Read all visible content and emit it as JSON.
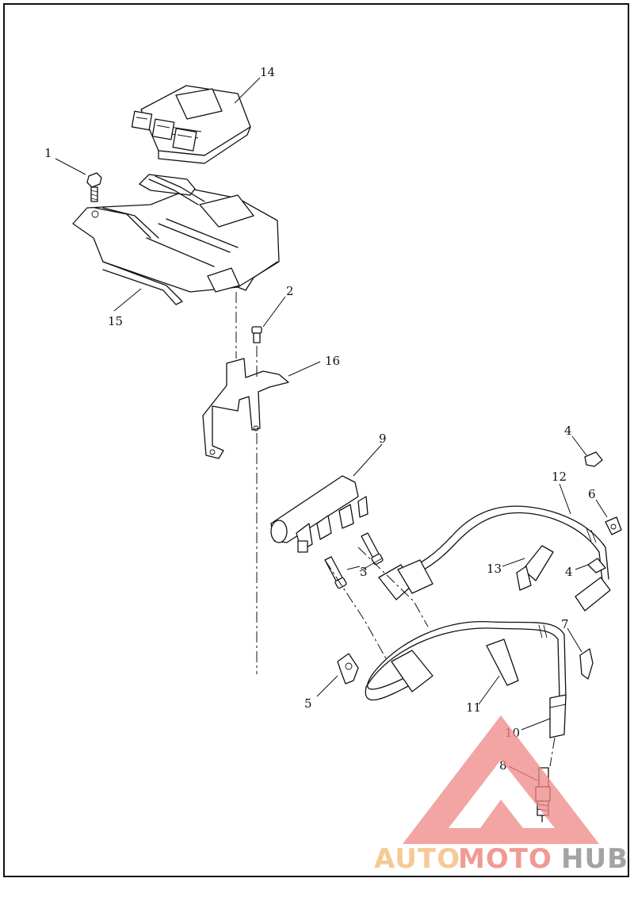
{
  "diagram": {
    "callouts": [
      {
        "id": "c1",
        "label": "1"
      },
      {
        "id": "c2",
        "label": "2"
      },
      {
        "id": "c3",
        "label": "3"
      },
      {
        "id": "c4a",
        "label": "4"
      },
      {
        "id": "c4b",
        "label": "4"
      },
      {
        "id": "c5",
        "label": "5"
      },
      {
        "id": "c6",
        "label": "6"
      },
      {
        "id": "c7",
        "label": "7"
      },
      {
        "id": "c8",
        "label": "8"
      },
      {
        "id": "c9",
        "label": "9"
      },
      {
        "id": "c10",
        "label": "10"
      },
      {
        "id": "c11",
        "label": "11"
      },
      {
        "id": "c12",
        "label": "12"
      },
      {
        "id": "c13",
        "label": "13"
      },
      {
        "id": "c14",
        "label": "14"
      },
      {
        "id": "c15",
        "label": "15"
      },
      {
        "id": "c16",
        "label": "16"
      }
    ]
  },
  "watermark": {
    "logo_icon": "triangle-logo-icon",
    "word_1": "AUTO",
    "word_2": "MOTO",
    "word_3": "HUB",
    "colors": {
      "auto": "#f6c48a",
      "moto": "#f0908a",
      "hub": "#9a9a9a",
      "triangle": "#ef8a86"
    }
  },
  "colors": {
    "line": "#111111",
    "background": "#ffffff"
  }
}
